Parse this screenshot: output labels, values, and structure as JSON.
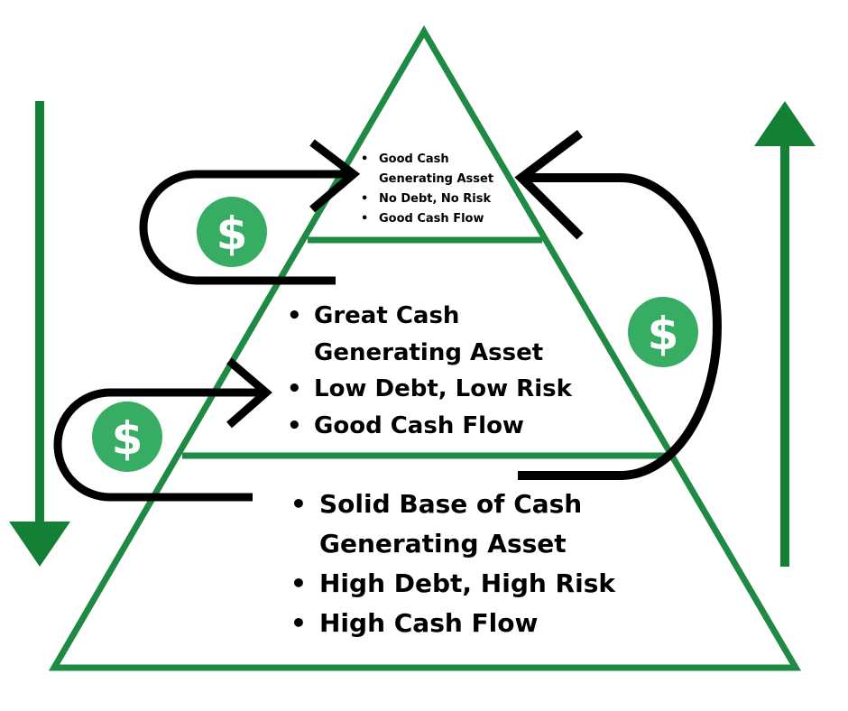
{
  "colors": {
    "pyramid_stroke": "#1e8a43",
    "arrow_green": "#138035",
    "coin_fill": "#36ad62",
    "coin_symbol": "#ffffff",
    "flow_arrow": "#000000"
  },
  "icons": {
    "coin": "dollar-coin-icon",
    "down_arrow": "down-arrow-icon",
    "up_arrow": "up-arrow-icon"
  },
  "coin_symbol": "$",
  "bullet": "•",
  "tiers": {
    "top": {
      "items": [
        "Good Cash Generating Asset",
        "No Debt, No Risk",
        "Good Cash Flow"
      ]
    },
    "middle": {
      "items": [
        "Great Cash Generating Asset",
        "Low Debt, Low Risk",
        "Good Cash Flow"
      ]
    },
    "bottom": {
      "items": [
        "Solid Base of Cash Generating Asset",
        "High Debt, High Risk",
        "High Cash Flow"
      ]
    }
  }
}
